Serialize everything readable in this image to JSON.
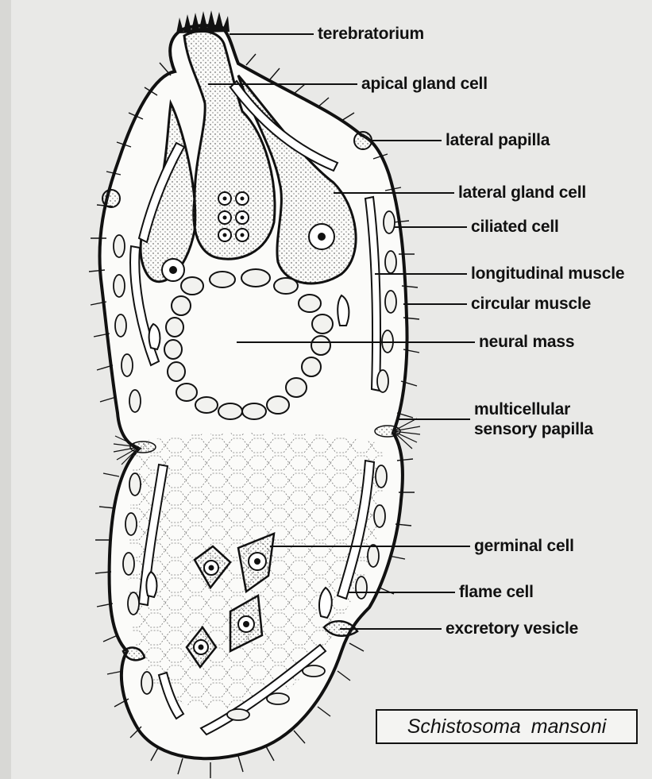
{
  "figure": {
    "labels": [
      {
        "id": "terebratorium",
        "text": "terebratorium"
      },
      {
        "id": "apical-gland-cell",
        "text": "apical gland cell"
      },
      {
        "id": "lateral-papilla",
        "text": "lateral papilla"
      },
      {
        "id": "lateral-gland-cell",
        "text": "lateral gland cell"
      },
      {
        "id": "ciliated-cell",
        "text": "ciliated cell"
      },
      {
        "id": "longitudinal-muscle",
        "text": "longitudinal muscle"
      },
      {
        "id": "circular-muscle",
        "text": "circular muscle"
      },
      {
        "id": "neural-mass",
        "text": "neural mass"
      },
      {
        "id": "multicellular-sensory-papilla",
        "line1": "multicellular",
        "line2": "sensory papilla"
      },
      {
        "id": "germinal-cell",
        "text": "germinal cell"
      },
      {
        "id": "flame-cell",
        "text": "flame cell"
      },
      {
        "id": "excretory-vesicle",
        "text": "excretory vesicle"
      }
    ],
    "species": "Schistosoma mansoni",
    "colors": {
      "ink": "#111111",
      "paper": "#e9e9e7",
      "cell_fill": "#f2f2ef"
    }
  }
}
